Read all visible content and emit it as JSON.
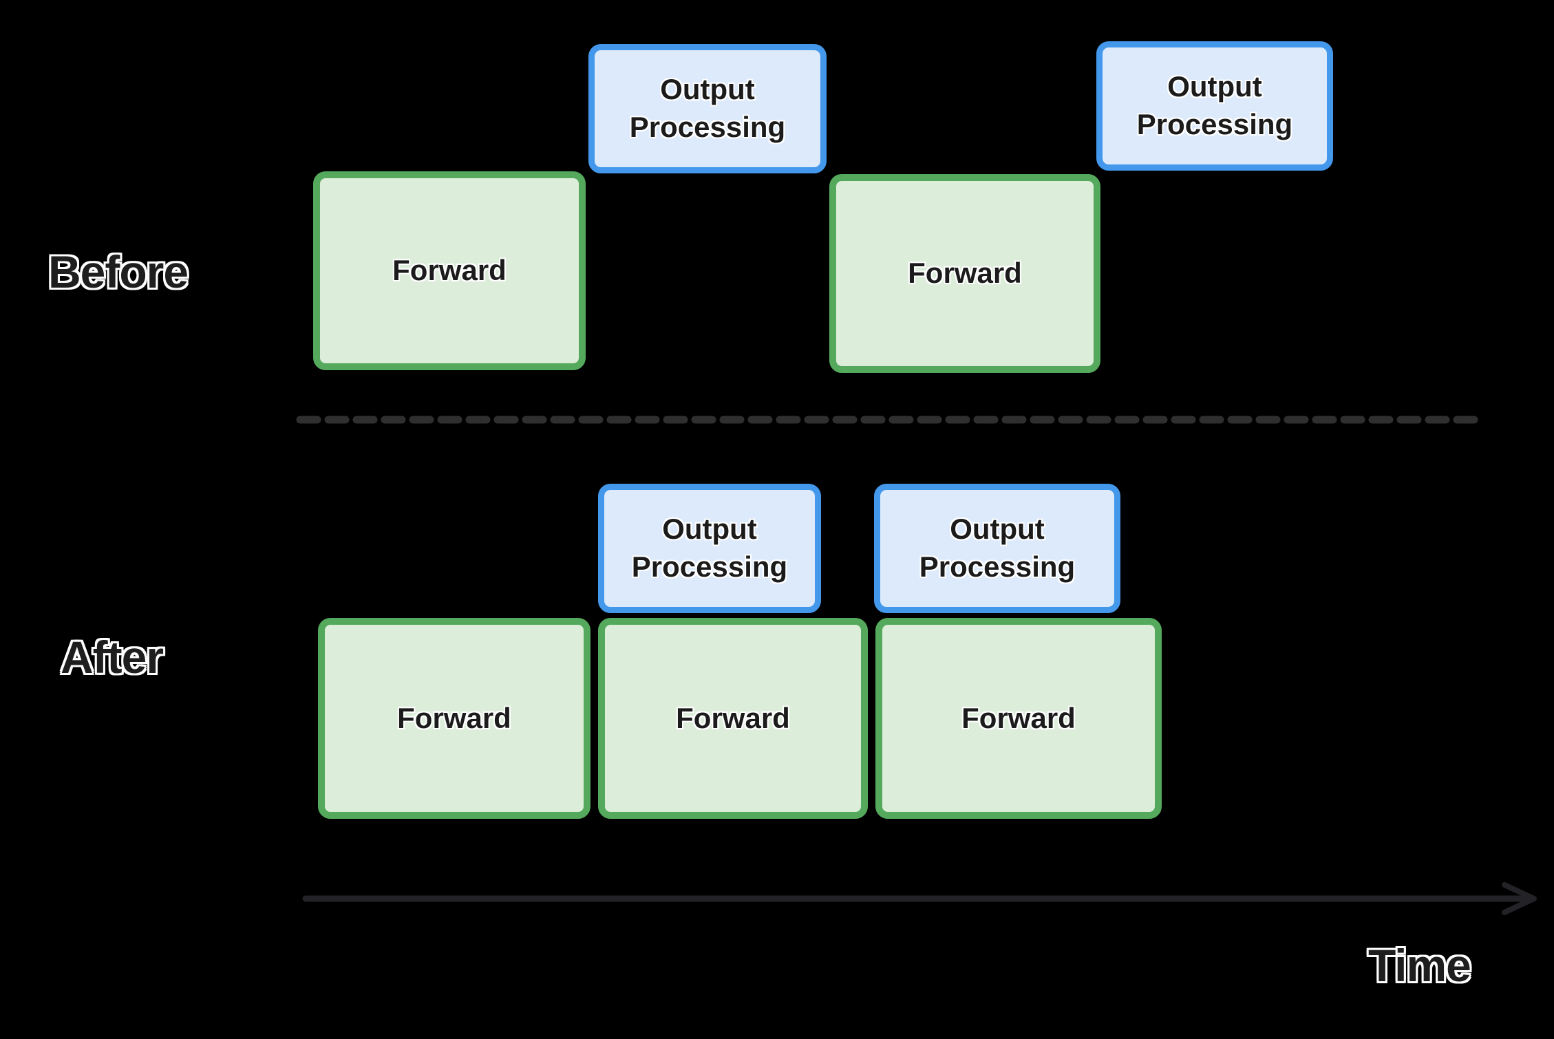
{
  "colors": {
    "background": "#000000",
    "forward_fill": "#dcedda",
    "forward_border": "#55a95c",
    "output_fill": "#dceafb",
    "output_border": "#4498ec",
    "divider": "#2f2f2f",
    "arrow": "#232327",
    "box_text": "#1b1b1b",
    "label_text": "#1e1e1e",
    "label_outline": "#ffffff"
  },
  "before": {
    "label": "Before",
    "blocks": [
      {
        "kind": "forward",
        "label": "Forward"
      },
      {
        "kind": "output",
        "label": "Output Processing"
      },
      {
        "kind": "forward",
        "label": "Forward"
      },
      {
        "kind": "output",
        "label": "Output Processing"
      }
    ]
  },
  "after": {
    "label": "After",
    "blocks": [
      {
        "kind": "output",
        "label": "Output Processing"
      },
      {
        "kind": "output",
        "label": "Output Processing"
      },
      {
        "kind": "forward",
        "label": "Forward"
      },
      {
        "kind": "forward",
        "label": "Forward"
      },
      {
        "kind": "forward",
        "label": "Forward"
      }
    ]
  },
  "timeline": {
    "label": "Time"
  }
}
